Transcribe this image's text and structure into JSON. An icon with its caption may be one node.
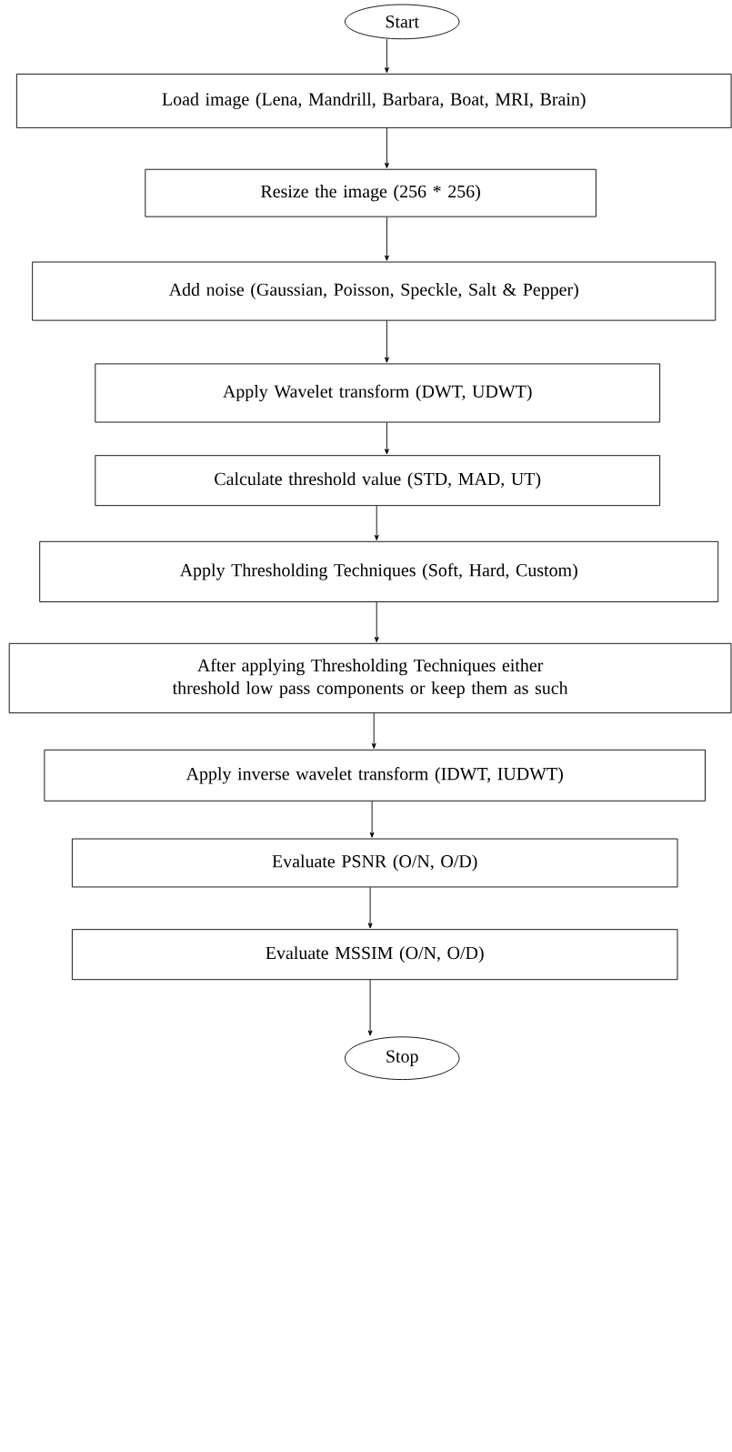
{
  "diagram": {
    "nodes": [
      {
        "text": [
          "Start"
        ]
      },
      {
        "text": [
          "Load image (Lena, Mandrill, Barbara, Boat, MRI, Brain)"
        ]
      },
      {
        "text": [
          "Resize the image (256 * 256)"
        ]
      },
      {
        "text": [
          "Add noise (Gaussian, Poisson, Speckle, Salt & Pepper)"
        ]
      },
      {
        "text": [
          "Apply Wavelet transform (DWT, UDWT)"
        ]
      },
      {
        "text": [
          "Calculate threshold value (STD, MAD, UT)"
        ]
      },
      {
        "text": [
          "Apply Thresholding Techniques (Soft, Hard, Custom)"
        ]
      },
      {
        "text": [
          "After applying Thresholding Techniques either threshold low pass components or keep them as such"
        ]
      },
      {
        "text": [
          "Apply inverse wavelet transform (IDWT, IUDWT)"
        ]
      },
      {
        "text": [
          "Evaluate PSNR (O/N, O/D)"
        ]
      },
      {
        "text": [
          "Evaluate MSSIM (O/N, O/D)"
        ]
      },
      {
        "text": [
          "Stop"
        ]
      }
    ],
    "edges": [
      {
        "from": 0,
        "to": 1,
        "arrow": "to"
      },
      {
        "from": 1,
        "to": 2,
        "arrow": "to"
      },
      {
        "from": 2,
        "to": 3,
        "arrow": "to"
      },
      {
        "from": 3,
        "to": 4,
        "arrow": "to"
      },
      {
        "from": 4,
        "to": 5,
        "arrow": "to"
      },
      {
        "from": 5,
        "to": 6,
        "arrow": "to"
      },
      {
        "from": 6,
        "to": 7,
        "arrow": "to"
      },
      {
        "from": 7,
        "to": 8,
        "arrow": "to"
      },
      {
        "from": 8,
        "to": 9,
        "arrow": "to"
      },
      {
        "from": 9,
        "to": 10,
        "arrow": "to"
      },
      {
        "from": 10,
        "to": 11,
        "arrow": "to"
      }
    ]
  }
}
